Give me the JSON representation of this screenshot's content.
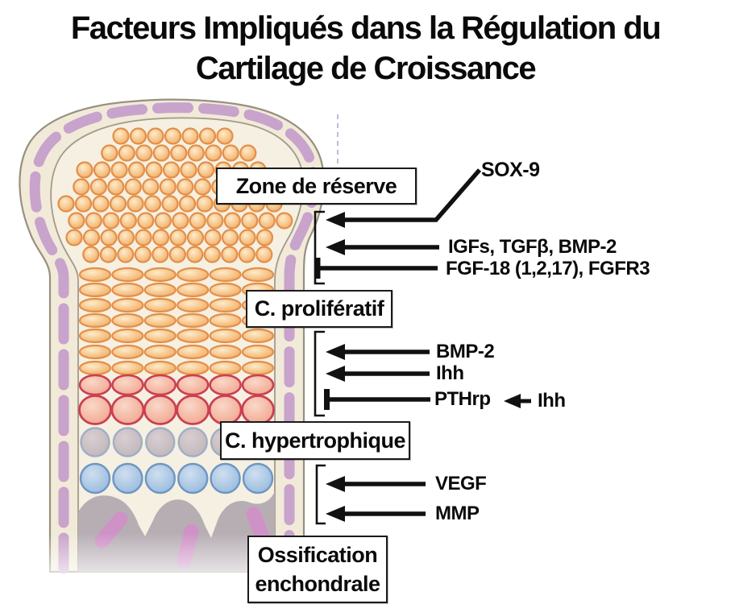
{
  "title": {
    "line1": "Facteurs Impliqués dans la Régulation du",
    "line2": "Cartilage de Croissance"
  },
  "zone_labels": {
    "reserve": "Zone de réserve",
    "proliferative": "C. prolifératif",
    "hypertrophic": "C. hypertrophique",
    "ossification_line1": "Ossification",
    "ossification_line2": "enchondrale"
  },
  "factors": {
    "sox9": {
      "label": "SOX-9",
      "connector": "arrow"
    },
    "igfs": {
      "label": "IGFs, TGFβ, BMP-2",
      "connector": "arrow"
    },
    "fgf18": {
      "label": "FGF-18 (1,2,17), FGFR3",
      "connector": "inhibition-bar"
    },
    "bmp2": {
      "label": "BMP-2",
      "connector": "arrow"
    },
    "ihh": {
      "label": "Ihh",
      "connector": "arrow"
    },
    "pthrp": {
      "label": "PTHrp",
      "connector": "inhibition-bar"
    },
    "ihh_to_pthrp": {
      "label": "Ihh",
      "connector": "arrow"
    },
    "vegf": {
      "label": "VEGF",
      "connector": "arrow"
    },
    "mmp": {
      "label": "MMP",
      "connector": "arrow"
    }
  },
  "colors": {
    "bone_cream": "#f1ead9",
    "bone_inner": "#f6f0e2",
    "outline_gray": "#97907f",
    "inner_line": "#a39a89",
    "perichondrium_purple": "#c59fca",
    "cell_orange_light": "#fdeccb",
    "cell_orange": "#f2a95c",
    "cell_orange_stroke": "#e28f4a",
    "cell_pink_light": "#fad8c8",
    "cell_pink": "#f0a088",
    "cell_pink_stroke": "#c94052",
    "cell_gray_light": "#d8cfd2",
    "cell_gray": "#bfb2b8",
    "cell_gray_stroke": "#9eafc4",
    "cell_blue_light": "#cfdfef",
    "cell_blue": "#92b6dc",
    "cell_blue_stroke": "#6e96c2",
    "ossification_gray": "#b7aeb4",
    "rod_pink": "#cf92c6",
    "arrow_black": "#111111",
    "guide_dash": "#b6c0d4"
  }
}
